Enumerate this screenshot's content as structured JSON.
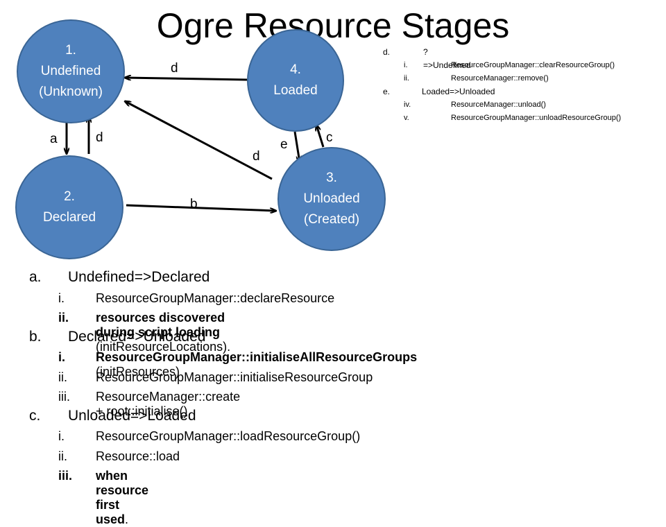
{
  "title": "Ogre Resource Stages",
  "nodes": {
    "undefined": {
      "line1": "1.",
      "line2": "Undefined",
      "line3": "(Unknown)"
    },
    "declared": {
      "line1": "2.",
      "line2": "Declared"
    },
    "unloaded": {
      "line1": "3.",
      "line2": "Unloaded",
      "line3": "(Created)"
    },
    "loaded": {
      "line1": "4.",
      "line2": "Loaded"
    }
  },
  "edge_labels": {
    "a": "a",
    "b": "b",
    "c": "c",
    "d1": "d",
    "d2": "d",
    "d3": "d",
    "e": "e"
  },
  "side_notes": [
    {
      "marker": "d.",
      "text": "?=>Undefined"
    },
    {
      "marker": "i.",
      "text": "ResourceGroupManager::clearResourceGroup()"
    },
    {
      "marker": "ii.",
      "text": "ResourceManager::remove()"
    },
    {
      "marker": "e.",
      "text": "Loaded=>Unloaded"
    },
    {
      "marker": "iv.",
      "text": "ResourceManager::unload()"
    },
    {
      "marker": "v.",
      "text": "ResourceGroupManager::unloadResourceGroup()"
    }
  ],
  "list": {
    "a": {
      "marker": "a.",
      "text": "Undefined=>Declared",
      "items": [
        {
          "marker": "i.",
          "text": "ResourceGroupManager::declareResource"
        },
        {
          "marker": "ii.",
          "bold": "resources discovered during script loading",
          "rest": " (initResourceLocations)."
        }
      ]
    },
    "b": {
      "marker": "b.",
      "text": "Declared=>Unloaded",
      "items": [
        {
          "marker": "i.",
          "bold": "ResourceGroupManager::initialiseAllResourceGroups",
          "rest": " (initResources)"
        },
        {
          "marker": "ii.",
          "text": "ResourceGroupManager::initialiseResourceGroup"
        },
        {
          "marker": "iii.",
          "text": "ResourceManager::create + root::initialise()"
        }
      ]
    },
    "c": {
      "marker": "c.",
      "text": "Unloaded=>Loaded",
      "items": [
        {
          "marker": "i.",
          "text": "ResourceGroupManager::loadResourceGroup()"
        },
        {
          "marker": "ii.",
          "text": "Resource::load"
        },
        {
          "marker": "iii.",
          "bold": "when resource first used",
          "rest": "."
        }
      ]
    }
  }
}
